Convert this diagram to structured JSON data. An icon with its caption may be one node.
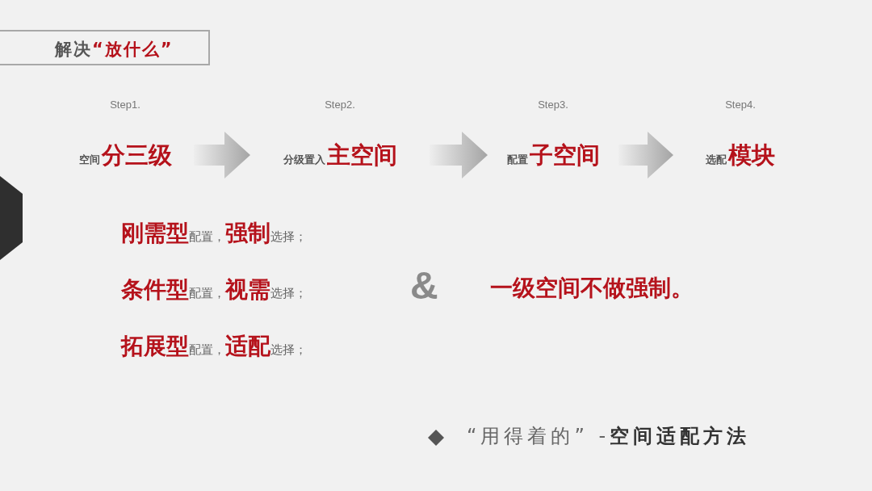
{
  "diagram": {
    "title": "解决**“放什么”**",
    "nodes": [
      {
        "text": [
          "Step1.",
          "空间**分三级**"
        ]
      },
      {
        "text": [
          "Step2.",
          "分级置入**主空间**"
        ]
      },
      {
        "text": [
          "Step3.",
          "配置**子空间**"
        ]
      },
      {
        "text": [
          "Step4.",
          "选配**模块**"
        ]
      }
    ],
    "edges": [
      {
        "from": 0,
        "to": 1,
        "arrow": "to",
        "style": "thick"
      },
      {
        "from": 1,
        "to": 2,
        "arrow": "to",
        "style": "thick"
      },
      {
        "from": 2,
        "to": 3,
        "arrow": "to",
        "style": "thick"
      }
    ],
    "labels": [
      "**刚需型**配置，**强制**选择；",
      "**条件型**配置，**视需**选择；",
      "**拓展型**配置，**适配**选择；",
      "&",
      "一级空间不做强制。",
      "“用得着的” -**空间适配方法**"
    ]
  }
}
